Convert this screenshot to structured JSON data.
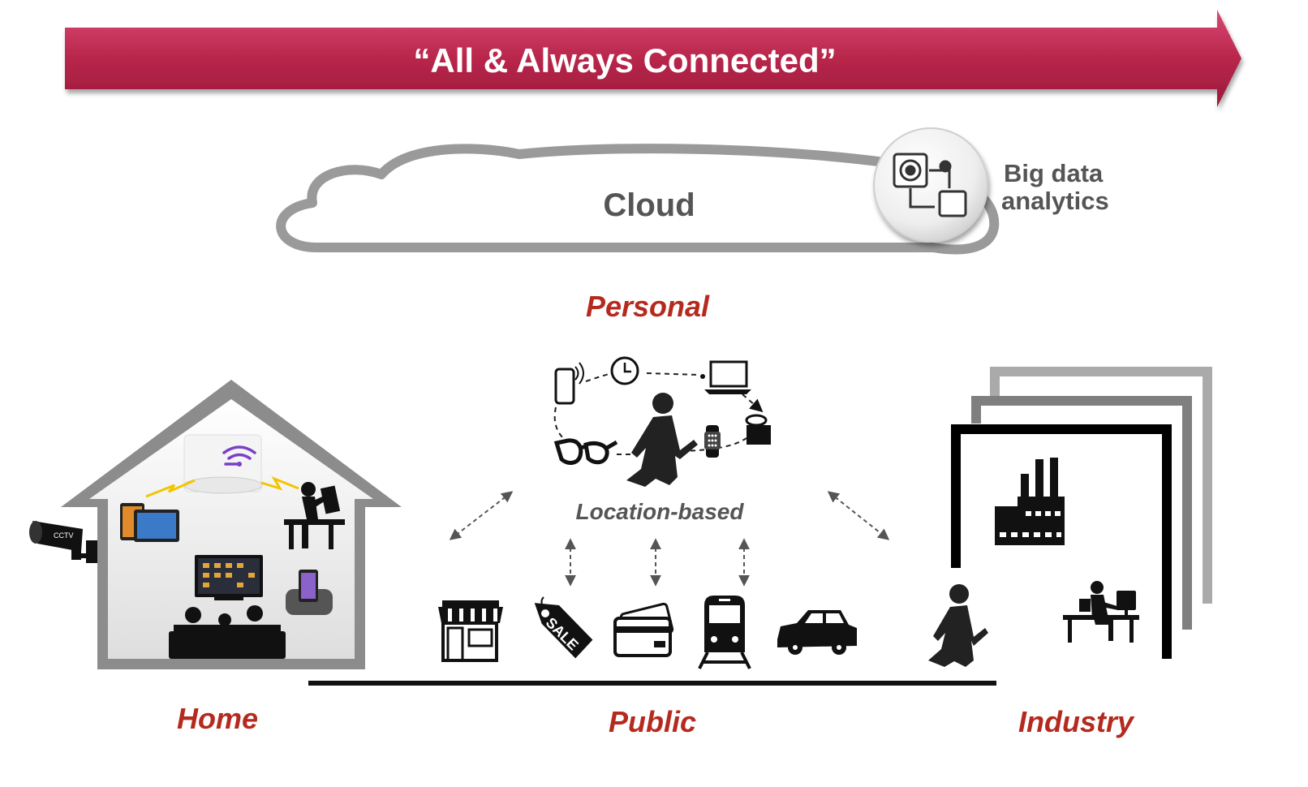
{
  "banner": {
    "text": "“All & Always Connected”"
  },
  "cloud": {
    "label": "Cloud"
  },
  "big_data": {
    "line1": "Big data",
    "line2": "analytics"
  },
  "personal": {
    "label": "Personal",
    "location_label": "Location-based"
  },
  "categories": {
    "home": "Home",
    "public": "Public",
    "industry": "Industry"
  },
  "icons": {
    "home": [
      "cctv-camera-icon",
      "tablet-devices-icon",
      "wifi-router-icon",
      "person-at-desk-icon",
      "smart-tv-icon",
      "speaker-dock-icon",
      "family-sofa-icon"
    ],
    "personal": [
      "smartphone-icon",
      "clock-icon",
      "laptop-icon",
      "wearable-band-icon",
      "glasses-icon",
      "smartwatch-icon",
      "walking-person-icon"
    ],
    "public": [
      "shop-icon",
      "sale-tag-icon",
      "credit-card-icon",
      "train-icon",
      "car-icon"
    ],
    "industry": [
      "factory-icon",
      "office-worker-icon",
      "walking-worker-icon"
    ]
  },
  "cctv_badge": "CCTV",
  "sale_badge": "SALE",
  "colors": {
    "banner": "#c0294f",
    "category_label": "#b52a1e",
    "gray_text": "#555555",
    "house_outline": "#8c8c8c",
    "icon": "#111111"
  }
}
